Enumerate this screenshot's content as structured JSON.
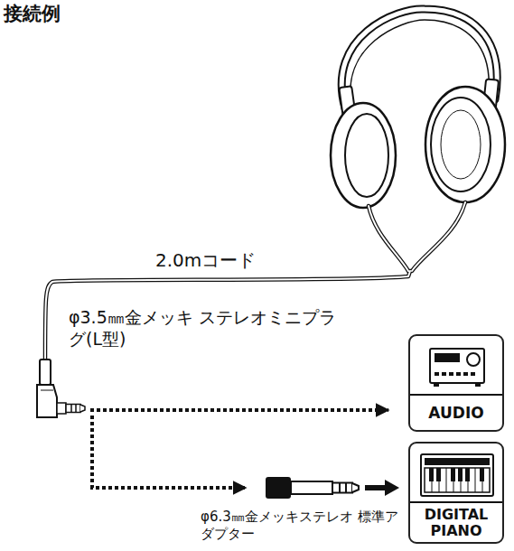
{
  "diagram": {
    "title": "接続例",
    "nodes": [
      {
        "text": [
          "AUDIO"
        ]
      },
      {
        "text": [
          "DIGITAL PIANO"
        ]
      }
    ],
    "labels": [
      "2.0mコード",
      "φ3.5㎜金メッキ ステレオミニプラグ(L型)",
      "φ6.3㎜金メッキステレオ 標準アダプター"
    ]
  }
}
